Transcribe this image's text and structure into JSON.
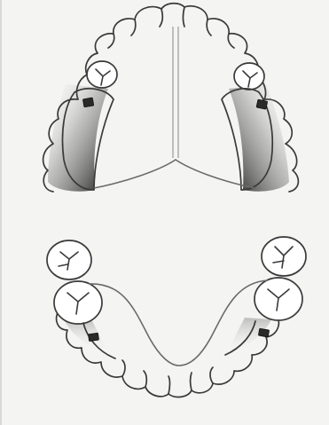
{
  "figure": {
    "kind": "dental arch illustration",
    "arches": [
      "upper",
      "lower"
    ],
    "colors": {
      "background": "#f4f4f2",
      "outline": "#3a3a3a",
      "wire": "#6a6a6a",
      "shading": "#1a1a1a",
      "bracket": "#2a2a2a"
    }
  }
}
